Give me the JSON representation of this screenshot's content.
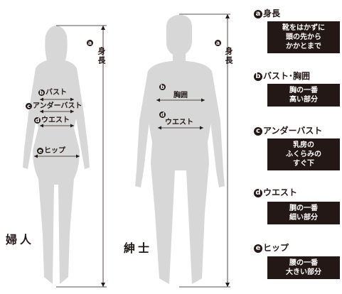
{
  "female": {
    "gender_label": "婦人",
    "height_letter": "a",
    "height_label": "身長",
    "bust_letter": "b",
    "bust_label": "バスト",
    "underbust_letter": "c",
    "underbust_label": "アンダーバスト",
    "waist_letter": "d",
    "waist_label": "ウエスト",
    "hip_letter": "e",
    "hip_label": "ヒップ"
  },
  "male": {
    "gender_label": "紳士",
    "height_letter": "a",
    "height_label": "身長",
    "chest_letter": "b",
    "chest_label": "胸囲",
    "waist_letter": "d",
    "waist_label": "ウエスト"
  },
  "legend": [
    {
      "letter": "a",
      "title": "身長",
      "lines": [
        "靴をはかずに",
        "頭の先から",
        "かかとまで"
      ]
    },
    {
      "letter": "b",
      "title": "バスト･胸囲",
      "lines": [
        "胸の一番",
        "高い部分"
      ]
    },
    {
      "letter": "c",
      "title": "アンダーバスト",
      "lines": [
        "乳房の",
        "ふくらみの",
        "すぐ下"
      ]
    },
    {
      "letter": "d",
      "title": "ウエスト",
      "lines": [
        "胴の一番",
        "細い部分"
      ]
    },
    {
      "letter": "e",
      "title": "ヒップ",
      "lines": [
        "腰の一番",
        "大きい部分"
      ]
    }
  ],
  "colors": {
    "silhouette": "#d7d7d7",
    "text": "#231815",
    "box": "#231815"
  }
}
